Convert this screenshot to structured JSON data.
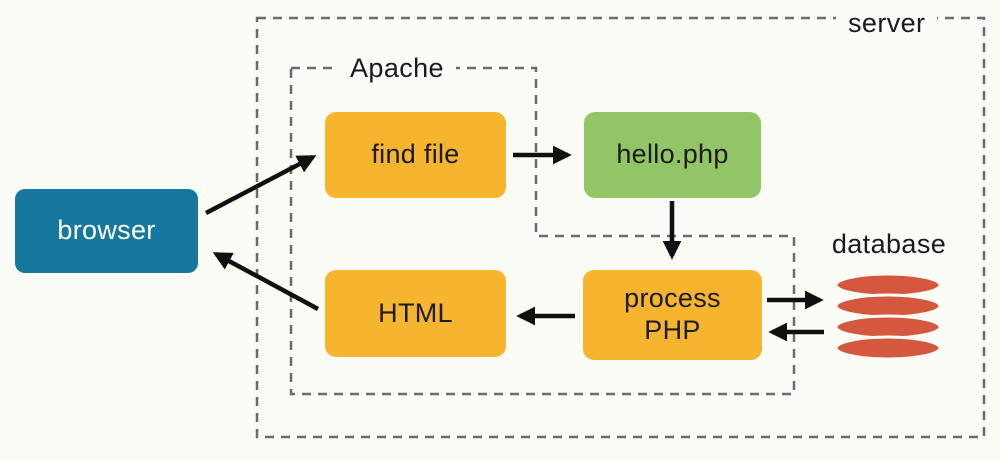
{
  "labels": {
    "server": "server",
    "apache": "Apache",
    "database": "database"
  },
  "nodes": {
    "browser": {
      "label": "browser"
    },
    "find_file": {
      "label": "find file"
    },
    "hello_php": {
      "label": "hello.php"
    },
    "html": {
      "label": "HTML"
    },
    "process_php": {
      "label": "process PHP"
    }
  },
  "edges": [
    {
      "from": "browser",
      "to": "find_file"
    },
    {
      "from": "find_file",
      "to": "hello_php"
    },
    {
      "from": "hello_php",
      "to": "process_php"
    },
    {
      "from": "process_php",
      "to": "html"
    },
    {
      "from": "html",
      "to": "browser"
    },
    {
      "from": "process_php",
      "to": "database"
    },
    {
      "from": "database",
      "to": "process_php"
    }
  ],
  "colors": {
    "background": "#fcfcf6",
    "browser_fill": "#17789f",
    "browser_text": "#ffffff",
    "orange_fill": "#f6b42f",
    "green_fill": "#92c566",
    "node_text": "#1b1b1b",
    "database_fill": "#d5583e",
    "dash_stroke": "#6a6a6a",
    "arrow_stroke": "#101010"
  }
}
